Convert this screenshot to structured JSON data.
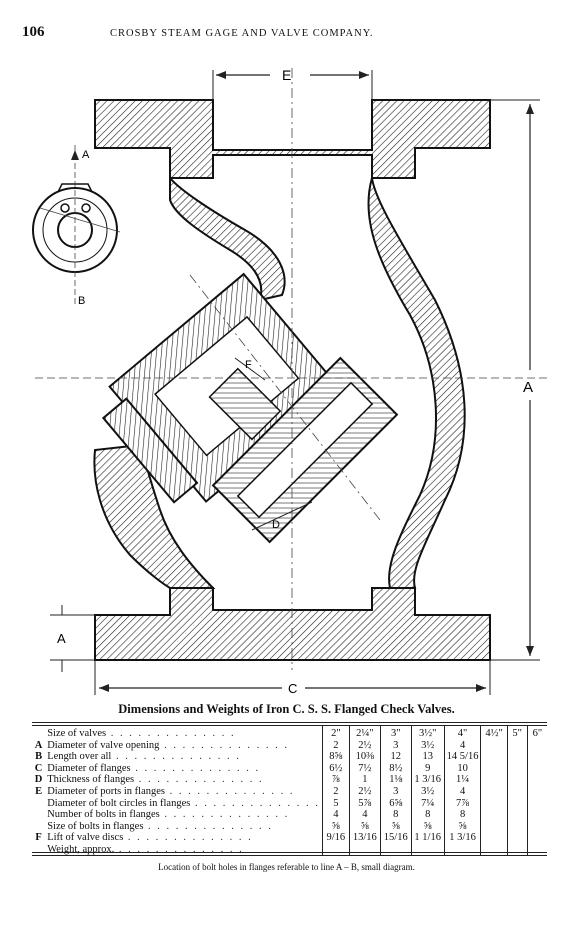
{
  "header": {
    "page_number": "106",
    "running_head": "CROSBY STEAM GAGE AND VALVE COMPANY."
  },
  "figure": {
    "labels": {
      "E": "E",
      "A_right": "A",
      "A_left": "A",
      "C": "C",
      "F": "F",
      "D": "D",
      "B": "B",
      "small_A": "A"
    }
  },
  "table": {
    "caption": "Dimensions and Weights of Iron C. S. S. Flanged Check Valves.",
    "rows": [
      {
        "key": "",
        "desc": "Size of valves",
        "values": [
          "2\"",
          "2¼\"",
          "3\"",
          "3½\"",
          "4\"",
          "4½\"",
          "5\"",
          "6\""
        ]
      },
      {
        "key": "A",
        "desc": "Diameter of valve opening",
        "values": [
          "2",
          "2½",
          "3",
          "3½",
          "4",
          "",
          "",
          ""
        ]
      },
      {
        "key": "B",
        "desc": "Length over all",
        "values": [
          "8⅝",
          "10⅜",
          "12",
          "13",
          "14 5/16",
          "",
          "",
          ""
        ]
      },
      {
        "key": "C",
        "desc": "Diameter of flanges",
        "values": [
          "6½",
          "7½",
          "8½",
          "9",
          "10",
          "",
          "",
          ""
        ]
      },
      {
        "key": "D",
        "desc": "Thickness of flanges",
        "values": [
          "⅞",
          "1",
          "1⅛",
          "1 3/16",
          "1¼",
          "",
          "",
          ""
        ]
      },
      {
        "key": "E",
        "desc": "Diameter of ports in flanges",
        "values": [
          "2",
          "2½",
          "3",
          "3½",
          "4",
          "",
          "",
          ""
        ]
      },
      {
        "key": "",
        "desc": "Diameter of bolt circles in flanges",
        "values": [
          "5",
          "5⅞",
          "6⅝",
          "7¼",
          "7⅞",
          "",
          "",
          ""
        ]
      },
      {
        "key": "",
        "desc": "Number of bolts in flanges",
        "values": [
          "4",
          "4",
          "8",
          "8",
          "8",
          "",
          "",
          ""
        ]
      },
      {
        "key": "",
        "desc": "Size of bolts in flanges",
        "values": [
          "⅝",
          "⅝",
          "⅝",
          "⅝",
          "⅝",
          "",
          "",
          ""
        ]
      },
      {
        "key": "F",
        "desc": "Lift of valve discs",
        "values": [
          "9/16",
          "13/16",
          "15/16",
          "1 1/16",
          "1 3/16",
          "",
          "",
          ""
        ]
      },
      {
        "key": "",
        "desc": "Weight, approx.",
        "values": [
          "",
          "",
          "",
          "",
          "",
          "",
          "",
          ""
        ]
      }
    ],
    "footnote": "Location of bolt holes in flanges referable to line A – B, small diagram."
  }
}
